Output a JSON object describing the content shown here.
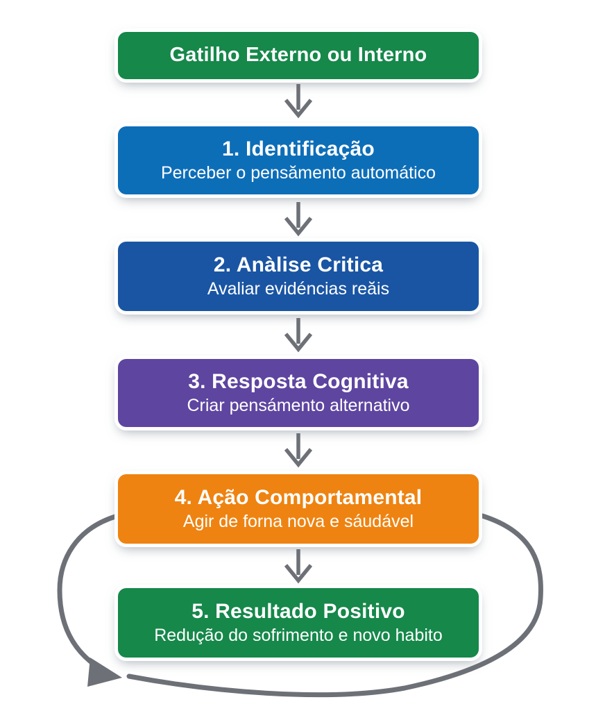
{
  "diagram": {
    "background_color": "#ffffff",
    "connector_color": "#6d7177",
    "text_color": "#ffffff",
    "steps": [
      {
        "id": "trigger",
        "label": "Gatilho Externo ou Interno",
        "subtitle": "",
        "color": "#15884a"
      },
      {
        "id": "step-1",
        "label": "1. Identificação",
        "subtitle": "Perceber o pensămento automático",
        "color": "#0d6eb8"
      },
      {
        "id": "step-2",
        "label": "2. Anàlise Critica",
        "subtitle": "Avaliar evidéncias reăis",
        "color": "#1a55a4"
      },
      {
        "id": "step-3",
        "label": "3. Resposta Cognitiva",
        "subtitle": "Criar pensámento alternativo",
        "color": "#5e45a0"
      },
      {
        "id": "step-4",
        "label": "4. Ação Comportamental",
        "subtitle": "Agir de forna nova e sáudável",
        "color": "#ee8311"
      },
      {
        "id": "step-5",
        "label": "5. Resultado Positivo",
        "subtitle": "Redução do sofrimento e novo habito",
        "color": "#15884a"
      }
    ],
    "flow": "trigger → 1 → 2 → 3 → 4 → 5, feedback loop from step 4 around bottom back toward step 4"
  }
}
